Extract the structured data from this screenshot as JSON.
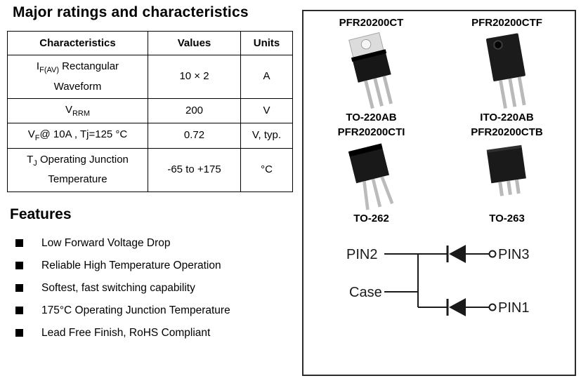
{
  "page": {
    "title": "Major ratings and characteristics",
    "features_title": "Features"
  },
  "table": {
    "headers": [
      "Characteristics",
      "Values",
      "Units"
    ],
    "rows": [
      {
        "char_pre": "I",
        "char_sub": "F(AV)",
        "char_post": " Rectangular Waveform",
        "value": "10 × 2",
        "unit": "A"
      },
      {
        "char_pre": "V",
        "char_sub": "RRM",
        "char_post": "",
        "value": "200",
        "unit": "V"
      },
      {
        "char_pre": "V",
        "char_sub": "F",
        "char_post": "@ 10A , Tj=125 °C",
        "value": "0.72",
        "unit": "V, typ."
      },
      {
        "char_pre": "T",
        "char_sub": "J",
        "char_post": " Operating Junction Temperature",
        "value": "-65 to +175",
        "unit": "°C"
      }
    ]
  },
  "features": {
    "items": [
      "Low Forward Voltage Drop",
      "Reliable High Temperature Operation",
      "Softest, fast switching capability",
      "175°C Operating Junction Temperature",
      "Lead Free Finish, RoHS Compliant"
    ]
  },
  "packages": [
    {
      "part": "PFR20200CT",
      "package": "TO-220AB"
    },
    {
      "part": "PFR20200CTF",
      "package": "ITO-220AB"
    },
    {
      "part": "PFR20200CTI",
      "package": "TO-262"
    },
    {
      "part": "PFR20200CTB",
      "package": "TO-263"
    }
  ],
  "circuit": {
    "pin2": "PIN2",
    "case": "Case",
    "pin3": "PIN3",
    "pin1": "PIN1"
  },
  "colors": {
    "text": "#000000",
    "border": "#000000",
    "panel_border": "#2b2b2b",
    "background": "#ffffff"
  }
}
